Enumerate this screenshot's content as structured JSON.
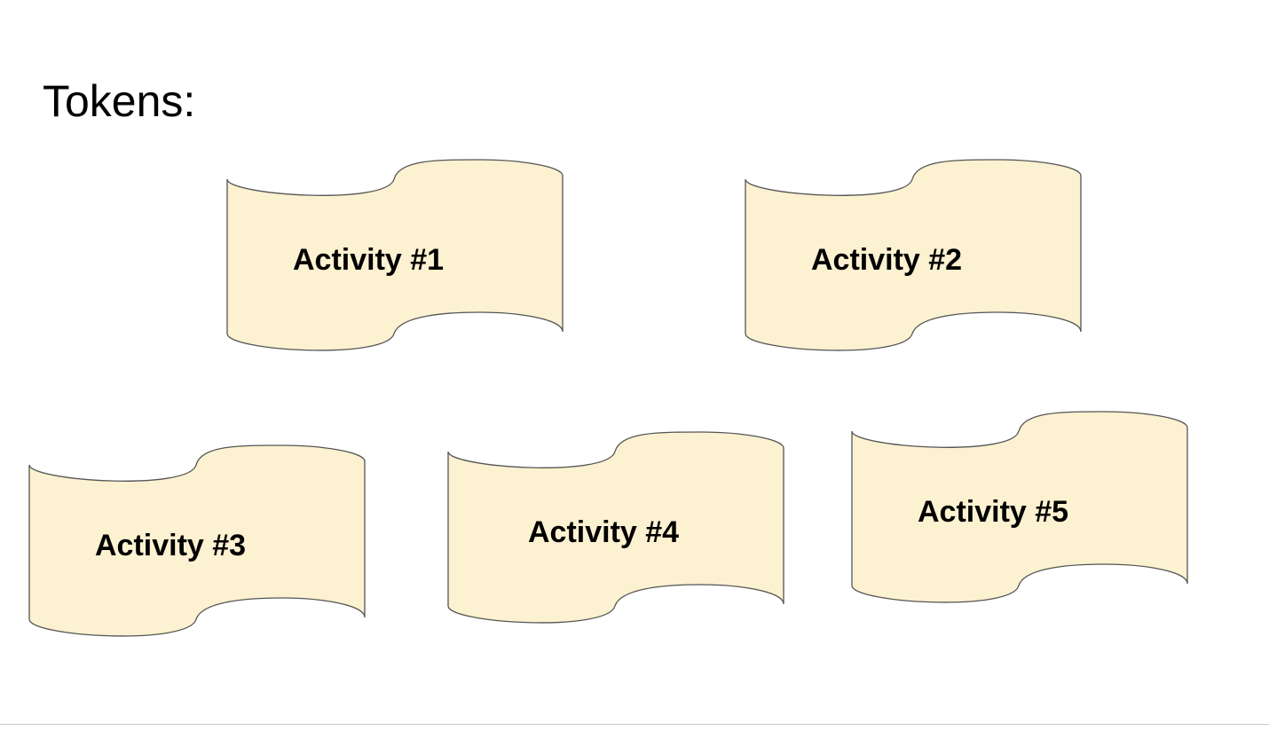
{
  "slide": {
    "title": "Tokens:"
  },
  "tokens": [
    {
      "label": "Activity #1"
    },
    {
      "label": "Activity #2"
    },
    {
      "label": "Activity #3"
    },
    {
      "label": "Activity #4"
    },
    {
      "label": "Activity #5"
    }
  ],
  "colors": {
    "token_fill": "#fcf1d0",
    "token_stroke": "#555555",
    "text": "#000000",
    "background": "#ffffff"
  }
}
